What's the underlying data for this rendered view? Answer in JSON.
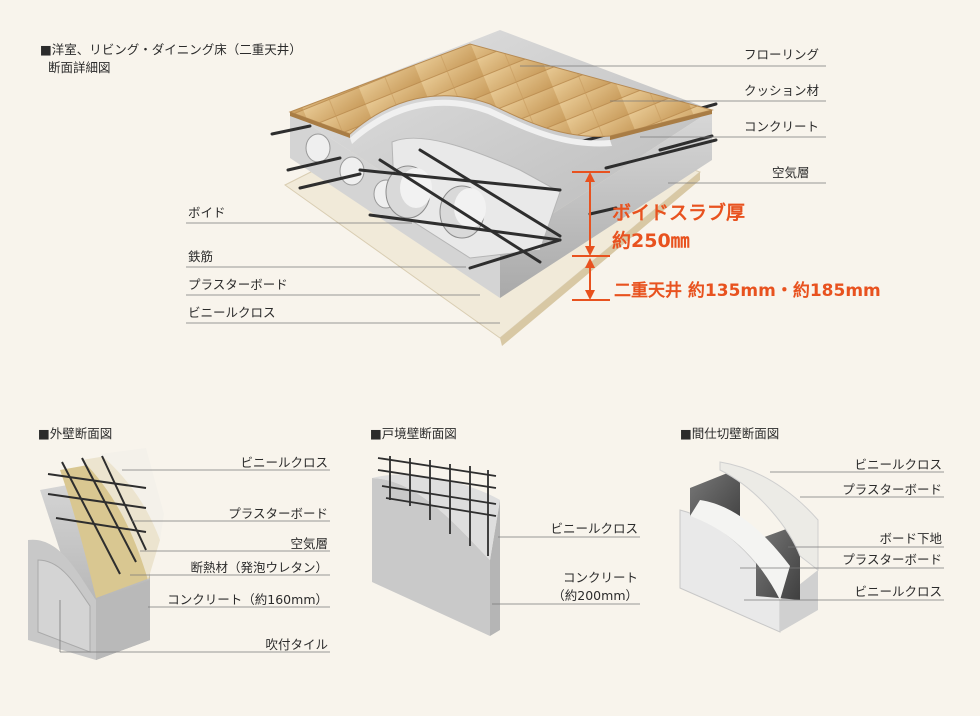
{
  "floor": {
    "title_line1": "■洋室、リビング・ダイニング床（二重天井）",
    "title_line2": "断面詳細図",
    "labels_right": [
      "フローリング",
      "クッション材",
      "コンクリート",
      "空気層"
    ],
    "labels_left": [
      "ボイド",
      "鉄筋",
      "プラスターボード",
      "ビニールクロス"
    ],
    "slab_label": "ボイドスラブ厚",
    "slab_value": "約250㎜",
    "ceiling_label": "二重天井 約135mm・約185mm"
  },
  "outer_wall": {
    "title": "■外壁断面図",
    "labels": [
      "ビニールクロス",
      "プラスターボード",
      "空気層",
      "断熱材（発泡ウレタン）",
      "コンクリート（約160mm）",
      "吹付タイル"
    ]
  },
  "party_wall": {
    "title": "■戸境壁断面図",
    "labels": [
      "ビニールクロス",
      "コンクリート",
      "（約200mm）"
    ]
  },
  "partition_wall": {
    "title": "■間仕切壁断面図",
    "labels": [
      "ビニールクロス",
      "プラスターボード",
      "ボード下地",
      "プラスターボード",
      "ビニールクロス"
    ]
  },
  "colors": {
    "accent": "#e8521f",
    "wood": "#d9b47a",
    "concrete": "#cfcfcf",
    "background": "#f8f4ec"
  }
}
